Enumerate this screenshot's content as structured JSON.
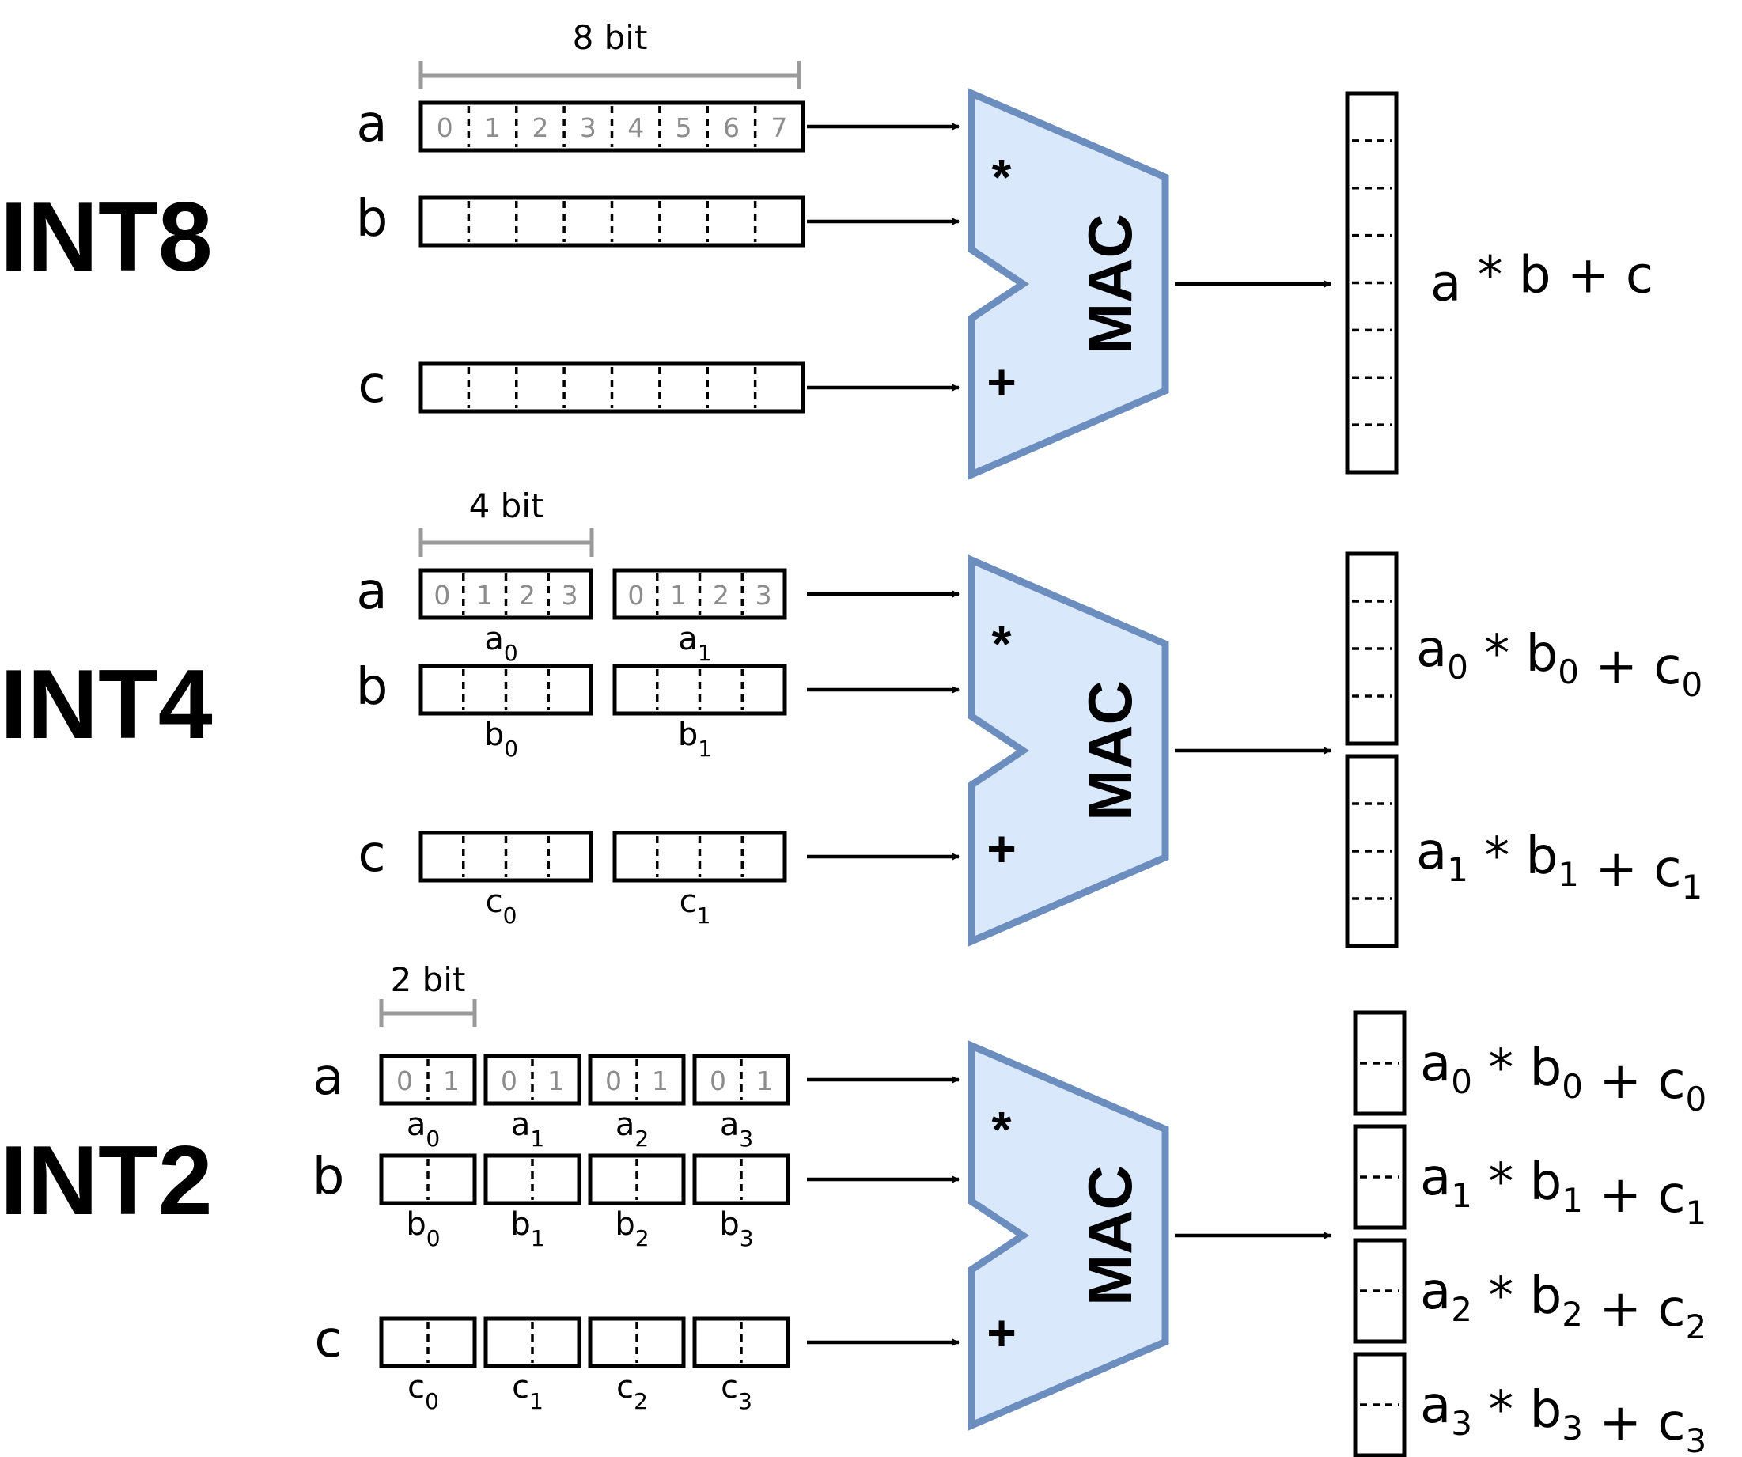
{
  "colors": {
    "mac_fill": "#dae8fc",
    "mac_stroke": "#6c8ebf",
    "ruler": "#9a9a9a",
    "bit_number_text": "#8c8c8c"
  },
  "panels": [
    {
      "title": "INT8",
      "width_label": "8 bit",
      "bits_per_lane": 8,
      "lanes": 1,
      "bit_numbers": [
        "0",
        "1",
        "2",
        "3",
        "4",
        "5",
        "6",
        "7"
      ],
      "row_labels": [
        "a",
        "b",
        "c"
      ],
      "lane_labels": {
        "a": [],
        "b": [],
        "c": []
      },
      "mac_label": "MAC",
      "mul_symbol": "*",
      "add_symbol": "+",
      "outputs": [
        {
          "a": "a",
          "b": "b",
          "c": "c",
          "as": "",
          "bs": "",
          "cs": ""
        }
      ]
    },
    {
      "title": "INT4",
      "width_label": "4 bit",
      "bits_per_lane": 4,
      "lanes": 2,
      "bit_numbers": [
        "0",
        "1",
        "2",
        "3"
      ],
      "row_labels": [
        "a",
        "b",
        "c"
      ],
      "lane_labels": {
        "a": [
          {
            "base": "a",
            "sub": "0"
          },
          {
            "base": "a",
            "sub": "1"
          }
        ],
        "b": [
          {
            "base": "b",
            "sub": "0"
          },
          {
            "base": "b",
            "sub": "1"
          }
        ],
        "c": [
          {
            "base": "c",
            "sub": "0"
          },
          {
            "base": "c",
            "sub": "1"
          }
        ]
      },
      "mac_label": "MAC",
      "mul_symbol": "*",
      "add_symbol": "+",
      "outputs": [
        {
          "a": "a",
          "b": "b",
          "c": "c",
          "as": "0",
          "bs": "0",
          "cs": "0"
        },
        {
          "a": "a",
          "b": "b",
          "c": "c",
          "as": "1",
          "bs": "1",
          "cs": "1"
        }
      ]
    },
    {
      "title": "INT2",
      "width_label": "2 bit",
      "bits_per_lane": 2,
      "lanes": 4,
      "bit_numbers": [
        "0",
        "1"
      ],
      "row_labels": [
        "a",
        "b",
        "c"
      ],
      "lane_labels": {
        "a": [
          {
            "base": "a",
            "sub": "0"
          },
          {
            "base": "a",
            "sub": "1"
          },
          {
            "base": "a",
            "sub": "2"
          },
          {
            "base": "a",
            "sub": "3"
          }
        ],
        "b": [
          {
            "base": "b",
            "sub": "0"
          },
          {
            "base": "b",
            "sub": "1"
          },
          {
            "base": "b",
            "sub": "2"
          },
          {
            "base": "b",
            "sub": "3"
          }
        ],
        "c": [
          {
            "base": "c",
            "sub": "0"
          },
          {
            "base": "c",
            "sub": "1"
          },
          {
            "base": "c",
            "sub": "2"
          },
          {
            "base": "c",
            "sub": "3"
          }
        ]
      },
      "mac_label": "MAC",
      "mul_symbol": "*",
      "add_symbol": "+",
      "outputs": [
        {
          "a": "a",
          "b": "b",
          "c": "c",
          "as": "0",
          "bs": "0",
          "cs": "0"
        },
        {
          "a": "a",
          "b": "b",
          "c": "c",
          "as": "1",
          "bs": "1",
          "cs": "1"
        },
        {
          "a": "a",
          "b": "b",
          "c": "c",
          "as": "2",
          "bs": "2",
          "cs": "2"
        },
        {
          "a": "a",
          "b": "b",
          "c": "c",
          "as": "3",
          "bs": "3",
          "cs": "3"
        }
      ]
    }
  ]
}
